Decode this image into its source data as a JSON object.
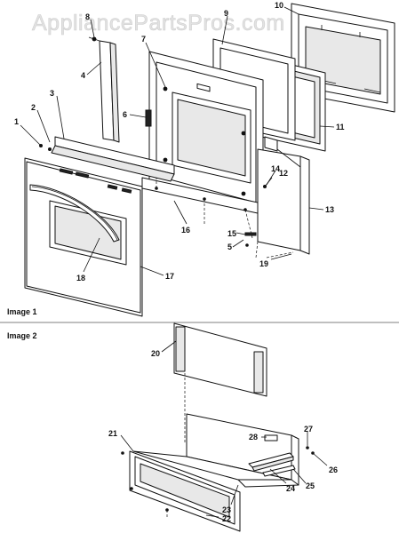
{
  "watermark": "AppliancePartsPros.com",
  "sections": [
    {
      "label": "Image 1"
    },
    {
      "label": "Image 2"
    }
  ],
  "callouts": [
    "1",
    "2",
    "3",
    "4",
    "5",
    "6",
    "7",
    "8",
    "9",
    "10",
    "11",
    "12",
    "13",
    "14",
    "15",
    "16",
    "17",
    "18",
    "19",
    "20",
    "21",
    "22",
    "23",
    "24",
    "25",
    "26",
    "27",
    "28"
  ]
}
